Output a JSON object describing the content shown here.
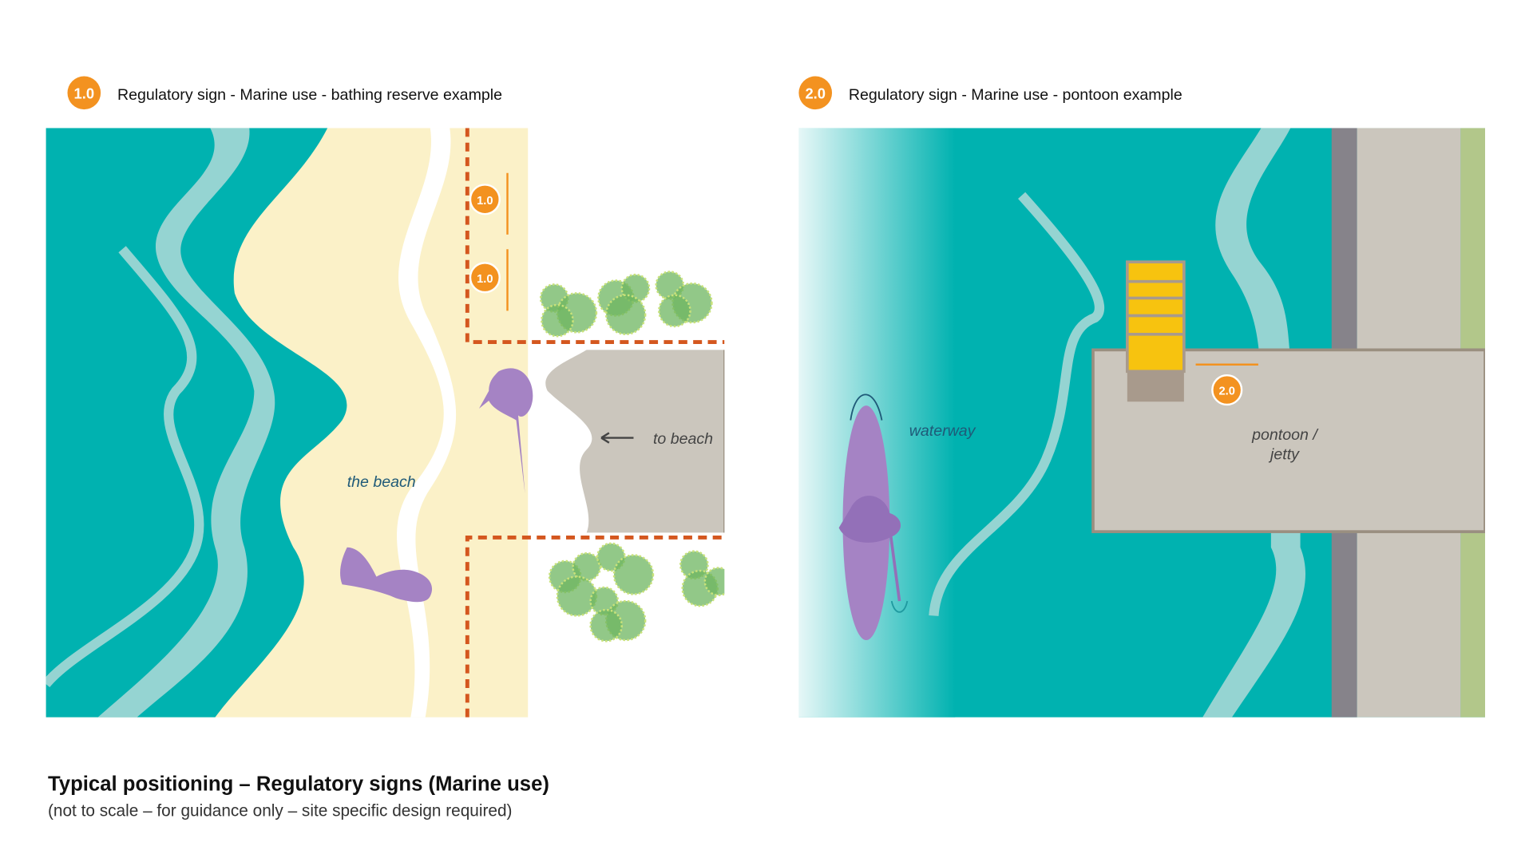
{
  "panels": [
    {
      "badge": "1.0",
      "heading": "Regulatory sign - Marine use - bathing reserve example",
      "labels": {
        "beach": "the beach",
        "to_beach": "to beach"
      },
      "sign_badges": [
        "1.0",
        "1.0"
      ]
    },
    {
      "badge": "2.0",
      "heading": "Regulatory sign - Marine use - pontoon example",
      "labels": {
        "waterway": "waterway",
        "pontoon_line1": "pontoon /",
        "pontoon_line2": "jetty"
      },
      "sign_badges": [
        "2.0"
      ]
    }
  ],
  "footer": {
    "title": "Typical positioning – Regulatory signs (Marine use)",
    "subtitle": "(not to scale – for guidance only – site specific design required)"
  },
  "colors": {
    "water": "#00b2b0",
    "sand": "#fbf1c8",
    "badge": "#f39220",
    "path": "#cbc6bd",
    "dash": "#d4571f",
    "figure": "#a583c4"
  }
}
